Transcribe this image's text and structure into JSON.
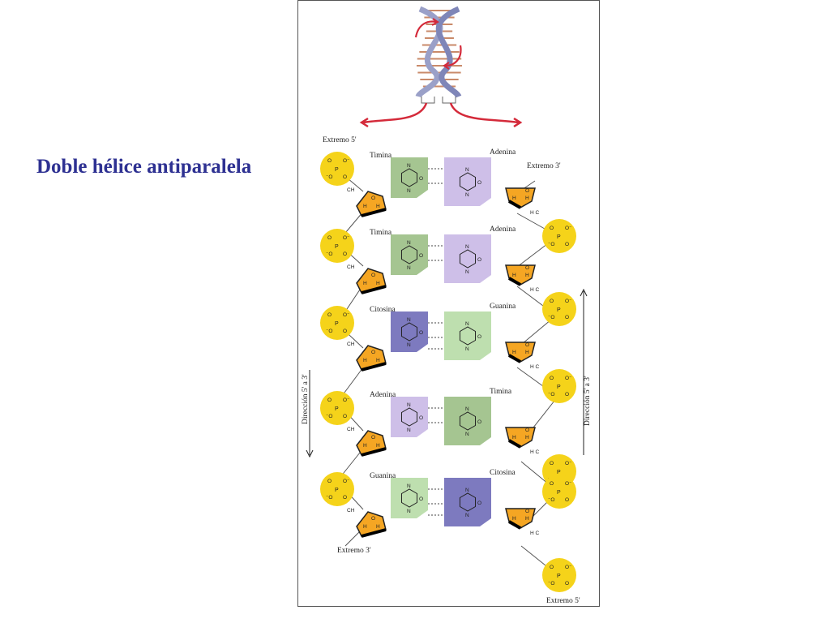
{
  "title": "Doble hélice antiparalela",
  "labels": {
    "extremo5_top": "Extremo 5'",
    "extremo3_top": "Extremo 3'",
    "extremo3_bottom": "Extremo 3'",
    "extremo5_bottom": "Extremo 5'",
    "direccion_left": "Dirección 5' a 3'",
    "direccion_right": "Dirección 5' a 3'"
  },
  "pairs": [
    {
      "left": "Timina",
      "right": "Adenina"
    },
    {
      "left": "Timina",
      "right": "Adenina"
    },
    {
      "left": "Citosina",
      "right": "Guanina"
    },
    {
      "left": "Adenina",
      "right": "Timina"
    },
    {
      "left": "Guanina",
      "right": "Citosina"
    }
  ],
  "colors": {
    "title": "#2e3192",
    "phosphate": "#f5d31a",
    "sugar": "#f5a623",
    "timina": "#9bbf85",
    "adenina": "#c9b8e6",
    "citosina": "#6f6cb8",
    "guanina": "#b7dba6",
    "arrow": "#d42a3a"
  }
}
